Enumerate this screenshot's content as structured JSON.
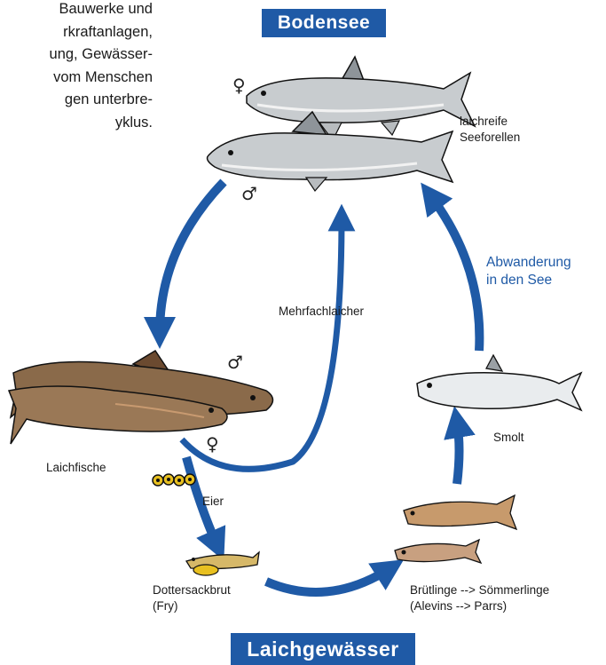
{
  "intro_text": {
    "lines": [
      "Bauwerke und",
      "rkraftanlagen,",
      "ung, Gewässer-",
      "vom Menschen",
      "gen   unterbre-",
      "yklus."
    ]
  },
  "banners": {
    "top": "Bodensee",
    "bottom": "Laichgewässer"
  },
  "labels": {
    "mature_trout": "laichreife\nSeeforellen",
    "mature_trout_line1": "laichreife",
    "mature_trout_line2": "Seeforellen",
    "migration_line1": "Abwanderung",
    "migration_line2": "in den See",
    "repeat_spawner": "Mehrfachlaicher",
    "spawning_fish": "Laichfische",
    "eggs": "Eier",
    "smolt": "Smolt",
    "yolk_sac_line1": "Dottersackbrut",
    "yolk_sac_line2": "(Fry)",
    "juveniles_line1": "Brütlinge --> Sömmerlinge",
    "juveniles_line2": "(Alevins --> Parrs)"
  },
  "symbols": {
    "female": "♀",
    "male": "♂"
  },
  "colors": {
    "accent_blue": "#1f5aa6",
    "arrow_blue": "#1f5aa6",
    "trout_silver": "#c8cccf",
    "trout_brown": "#8a6a4a",
    "egg_yellow": "#e8c020"
  }
}
